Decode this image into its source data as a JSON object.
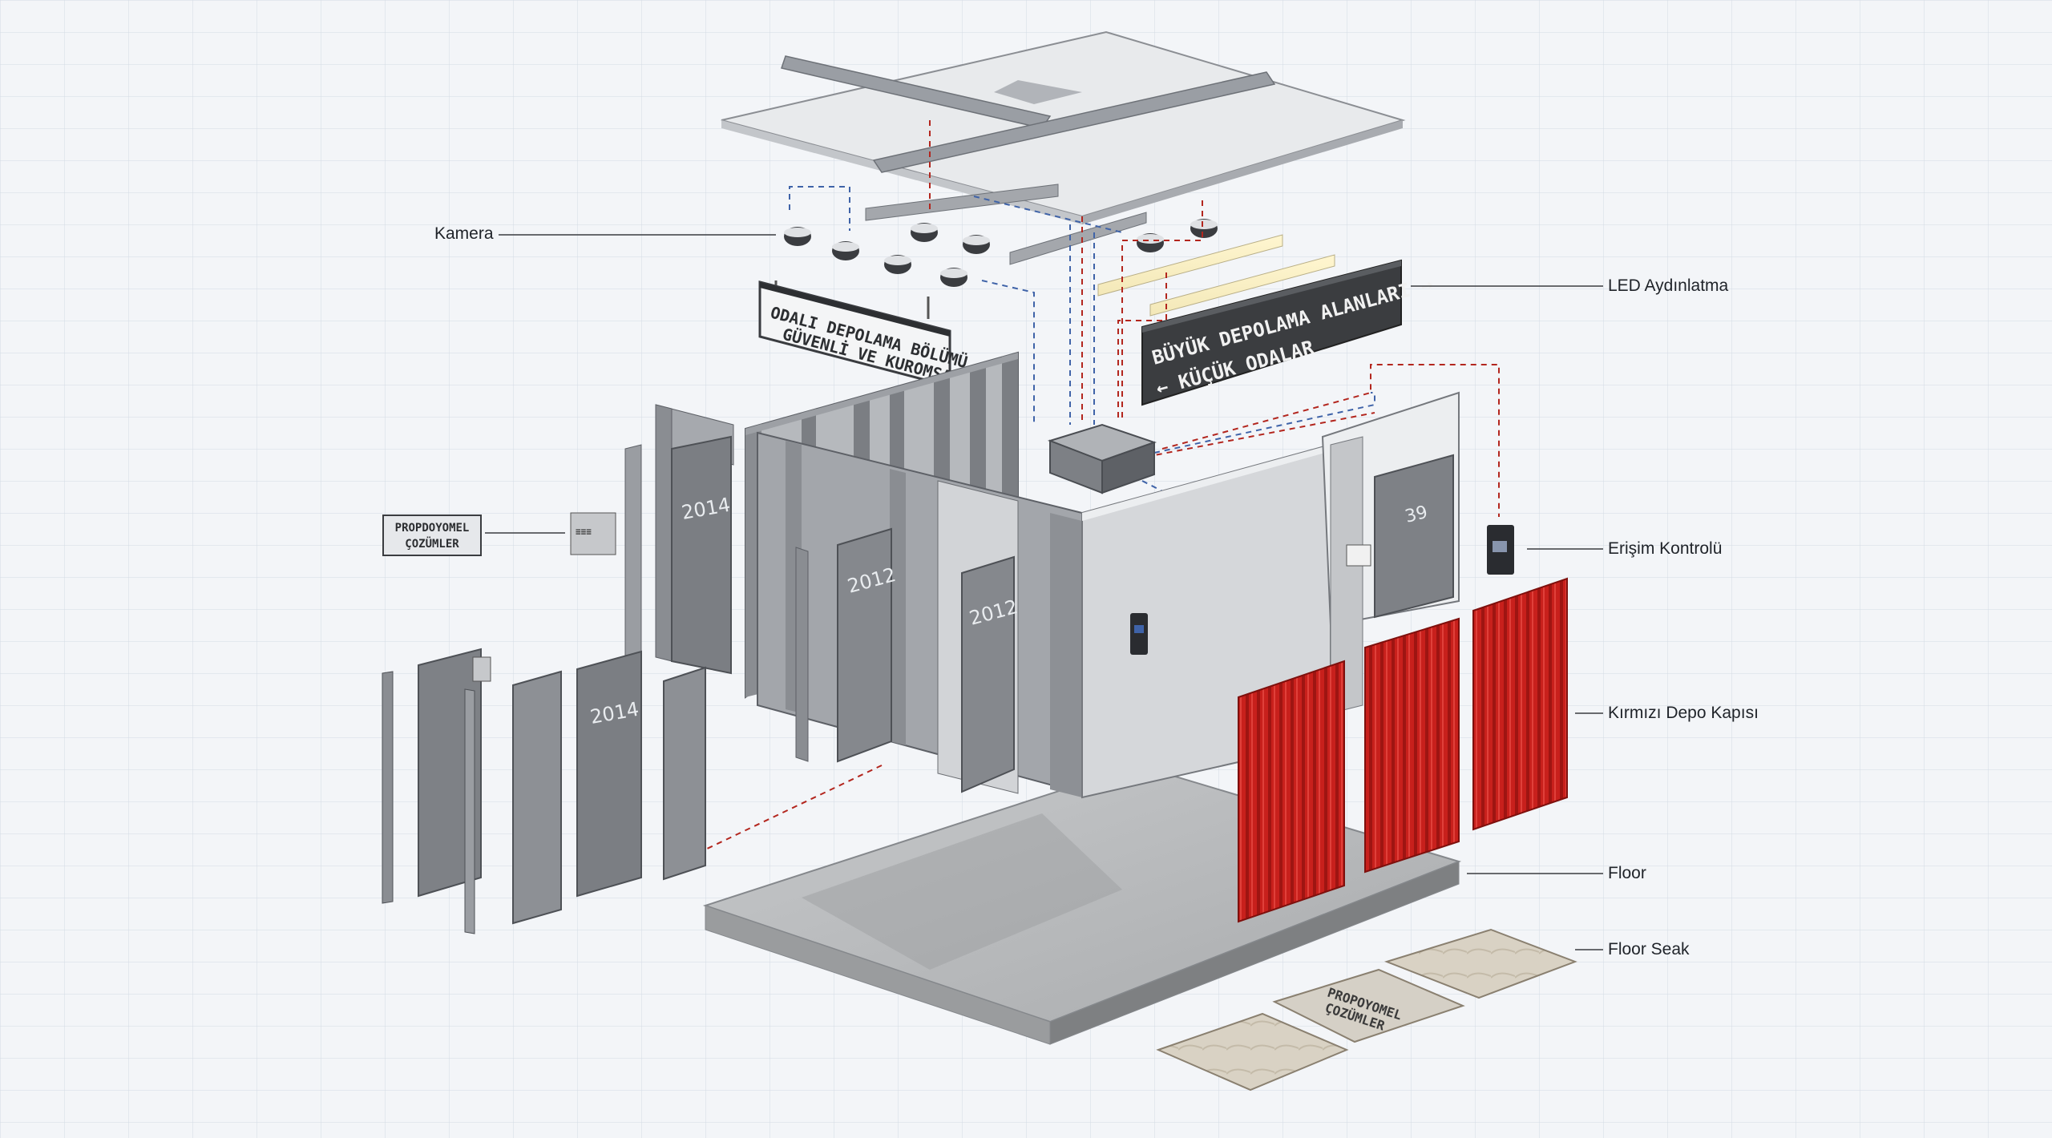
{
  "callouts": {
    "camera": "Kamera",
    "led": "LED Aydınlatma",
    "access": "Erişim Kontrolü",
    "red_door": "Kırmızı Depo Kapısı",
    "floor": "Floor",
    "floor_seak": "Floor Seak",
    "left_label_line1": "PROPDOYOMEL",
    "left_label_line2": "ÇOZÜMLER"
  },
  "signs": {
    "center_line1": "ODALI DEPOLAMA BÖLÜMÜ",
    "center_line2": "GÜVENLİ VE KUROMSAL",
    "right_line1": "BÜYÜK DEPOLAMA ALANLARI →",
    "right_line2": "← KÜÇÜK ODALAR",
    "tile_line1": "PROPOYOMEL",
    "tile_line2": "ÇOZÜMLER",
    "small_plate": "≡≡≡"
  },
  "doors": {
    "d1": "2014",
    "d2": "2012",
    "d3": "2012",
    "d4": "2014",
    "d5": "39"
  },
  "colors": {
    "background": "#f3f5f8",
    "grid": "#c9d2de",
    "panel_gray": "#8a8d92",
    "panel_light": "#d6d8db",
    "red_door": "#c8201c",
    "red_line": "#b3261e",
    "blue_line": "#3f63a8",
    "floor_slab": "#b9bbbd",
    "sign_dark": "#3b3d40"
  }
}
